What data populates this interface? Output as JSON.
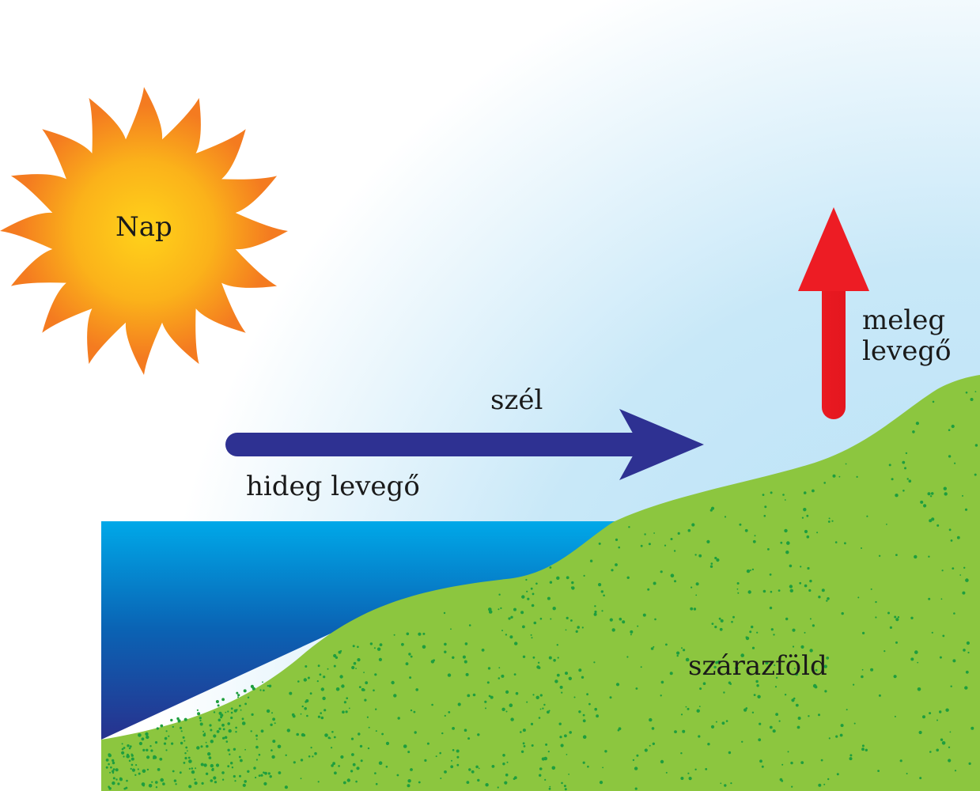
{
  "labels": {
    "sun": "Nap",
    "wind": "szél",
    "cold_air": "hideg levegő",
    "warm_air_line1": "meleg",
    "warm_air_line2": "levegő",
    "land": "szárazföld"
  },
  "colors": {
    "sun_center": "#ffd21a",
    "sun_edge": "#f7931e",
    "sky": "#c4e6f8",
    "sea_top": "#00a8e8",
    "sea_bottom": "#27338f",
    "land": "#8cc63f",
    "land_dots": "#1e9e3e",
    "wind_arrow": "#2e3192",
    "warm_arrow": "#ed1c24",
    "text": "#1a1a1a"
  },
  "icons": {
    "sun": "sun-icon",
    "wind_arrow": "arrow-right-icon",
    "warm_air_arrow": "arrow-up-icon"
  }
}
